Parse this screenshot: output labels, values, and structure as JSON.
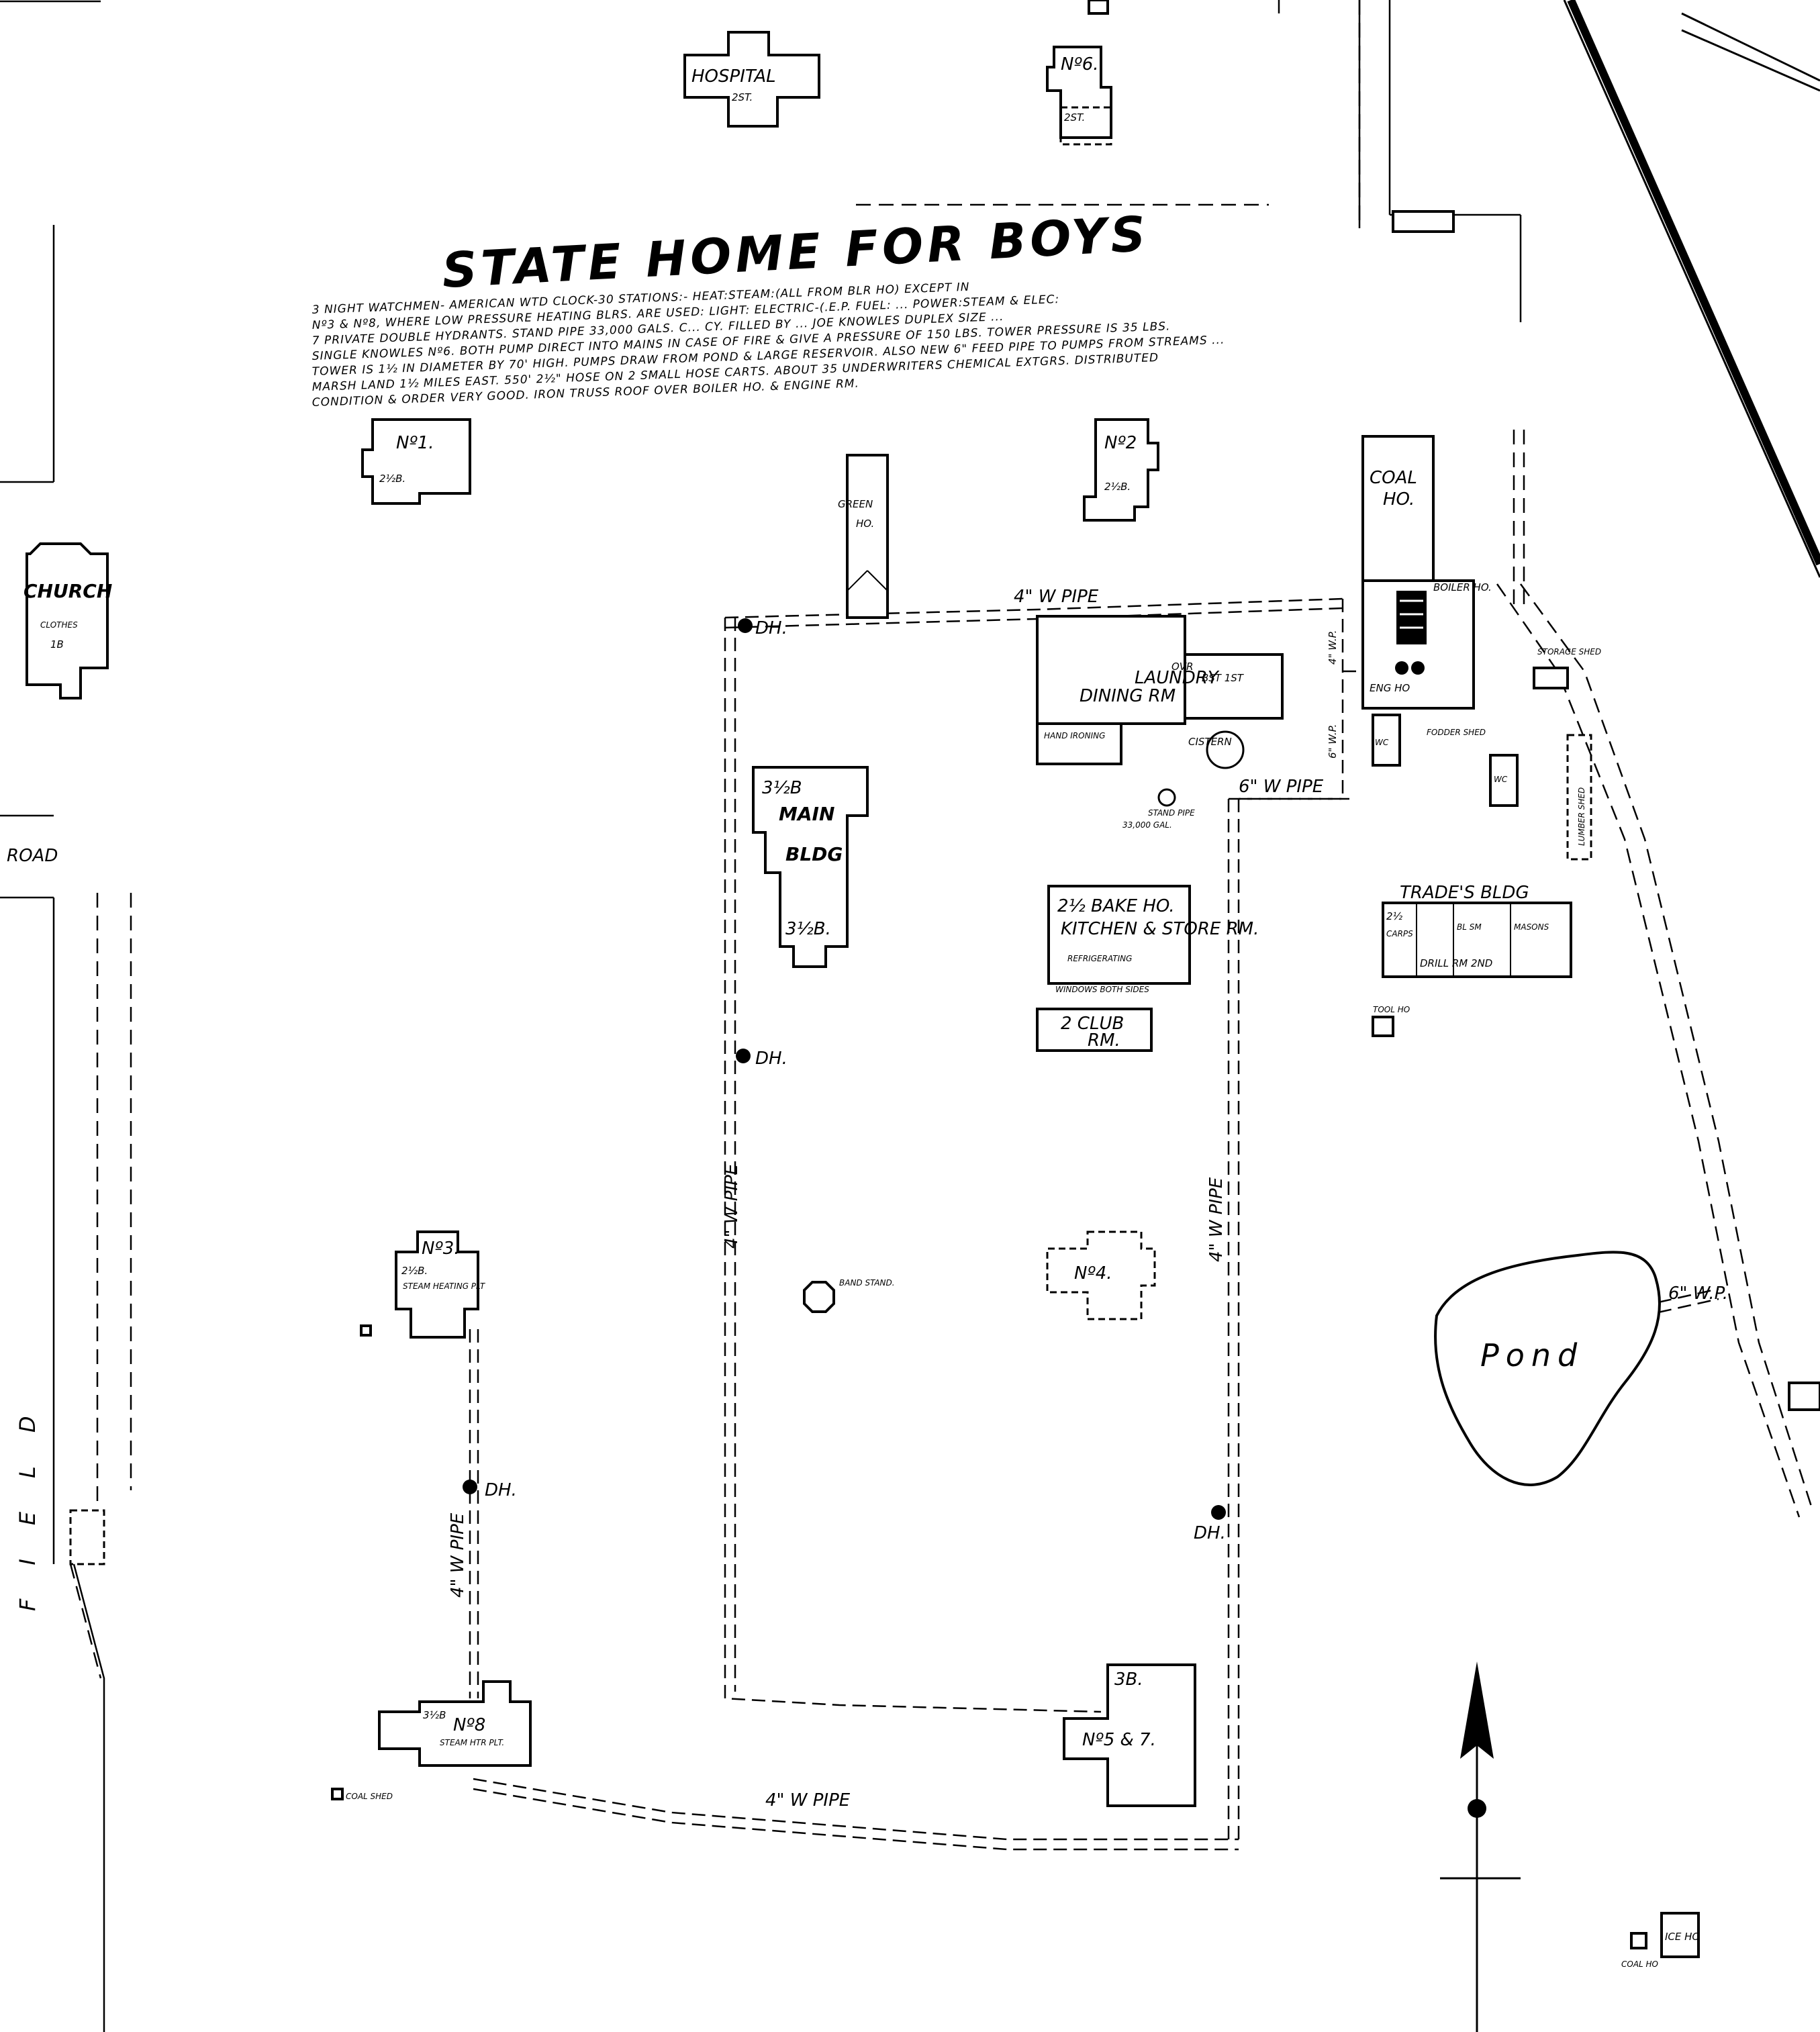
{
  "title": "STATE HOME FOR BOYS",
  "notes": [
    "3 NIGHT WATCHMEN- AMERICAN WTD CLOCK-30 STATIONS:- HEAT:STEAM:(ALL FROM BLR HO) EXCEPT IN",
    "Nº3 & Nº8, WHERE LOW PRESSURE HEATING BLRS. ARE USED: LIGHT: ELECTRIC-(.E.P. FUEL: ... POWER:STEAM & ELEC:",
    "7 PRIVATE DOUBLE HYDRANTS. STAND PIPE 33,000 GALS. C... CY. FILLED BY ... JOE KNOWLES DUPLEX SIZE ...",
    "SINGLE KNOWLES Nº6. BOTH PUMP DIRECT INTO MAINS IN CASE OF FIRE & GIVE A PRESSURE OF 150 LBS. TOWER PRESSURE IS 35 LBS.",
    "TOWER IS 1½ IN DIAMETER BY 70' HIGH. PUMPS DRAW FROM POND & LARGE RESERVOIR. ALSO NEW 6\" FEED PIPE TO PUMPS FROM STREAMS ...",
    "MARSH LAND 1½ MILES EAST. 550' 2½\" HOSE ON 2 SMALL HOSE CARTS. ABOUT 35 UNDERWRITERS CHEMICAL EXTGRS. DISTRIBUTED",
    "CONDITION & ORDER VERY GOOD. IRON TRUSS ROOF OVER BOILER HO. & ENGINE RM."
  ],
  "buildings": {
    "hospital": {
      "name": "HOSPITAL",
      "story": "2ST."
    },
    "no6": {
      "name": "Nº6.",
      "story": "2ST."
    },
    "no1": {
      "name": "Nº1.",
      "story": "2½B."
    },
    "no2": {
      "name": "Nº2",
      "story": "2½B."
    },
    "green_ho": {
      "name": "GREEN",
      "sub": "HO."
    },
    "coal_ho": {
      "name": "COAL",
      "sub": "HO."
    },
    "boiler": {
      "name": "BOILER HO.",
      "sub": "ENG HO"
    },
    "laundry": {
      "name": "LAUNDRY",
      "sub": "DINING RM",
      "extra": "OVR",
      "story": "BST 1ST"
    },
    "hand_ironing": {
      "name": "HAND IRONING"
    },
    "main_bldg": {
      "story_top": "3½B",
      "name": "MAIN",
      "sub": "BLDG",
      "story_bot": "3½B."
    },
    "bake_ho": {
      "name": "2½ BAKE HO.",
      "sub": "KITCHEN & STORE RM.",
      "sub2": "REFRIGERATING",
      "note": "WINDOWS BOTH SIDES"
    },
    "club_rm": {
      "name": "2 CLUB",
      "sub": "RM."
    },
    "trades": {
      "name": "TRADE'S BLDG",
      "c1": "CARPS",
      "c2": "BL SM",
      "c3": "MASONS",
      "c4": "DRILL RM 2ND",
      "story": "2½"
    },
    "tool_ho": {
      "name": "TOOL HO"
    },
    "no3": {
      "name": "Nº3.",
      "story": "2½B.",
      "sub": "STEAM HEATING PLT"
    },
    "no4": {
      "name": "Nº4."
    },
    "no8": {
      "name": "Nº8",
      "story": "3½B",
      "sub": "STEAM HTR PLT."
    },
    "no57": {
      "name": "Nº5 & 7.",
      "story": "3B."
    },
    "church": {
      "name": "CHURCH",
      "sub": "CLOTHES",
      "b": "1B"
    },
    "storage": {
      "name": "STORAGE SHED"
    },
    "lumber": {
      "name": "LUMBER SHED"
    },
    "coal_shed": {
      "name": "COAL SHED"
    },
    "ice_ho": {
      "name": "ICE HO",
      "coal": "COAL HO"
    },
    "wc": {
      "name": "WC"
    },
    "fodder": {
      "name": "FODDER SHED"
    },
    "cistern": {
      "name": "CISTERN"
    },
    "stand_pipe": {
      "name": "STAND PIPE",
      "sub": "33,000 GAL."
    },
    "band_stand": {
      "name": "BAND STAND."
    }
  },
  "pipes": {
    "p4_top": "4\" W PIPE",
    "p4_left": "4\" W PIPE",
    "p4_right": "4\" W PIPE",
    "p4_bottom": "4\" W PIPE",
    "p4_no8": "4\" W PIPE",
    "p6": "6\" W PIPE",
    "p6_pond": "6\" W.P.",
    "p4_vert": "4\" W.P.",
    "p6_vert": "6\" W.P."
  },
  "hydrant_label": "DH.",
  "road_label": "ROAD",
  "field_label": "FIELD",
  "pond_label": "Pond"
}
